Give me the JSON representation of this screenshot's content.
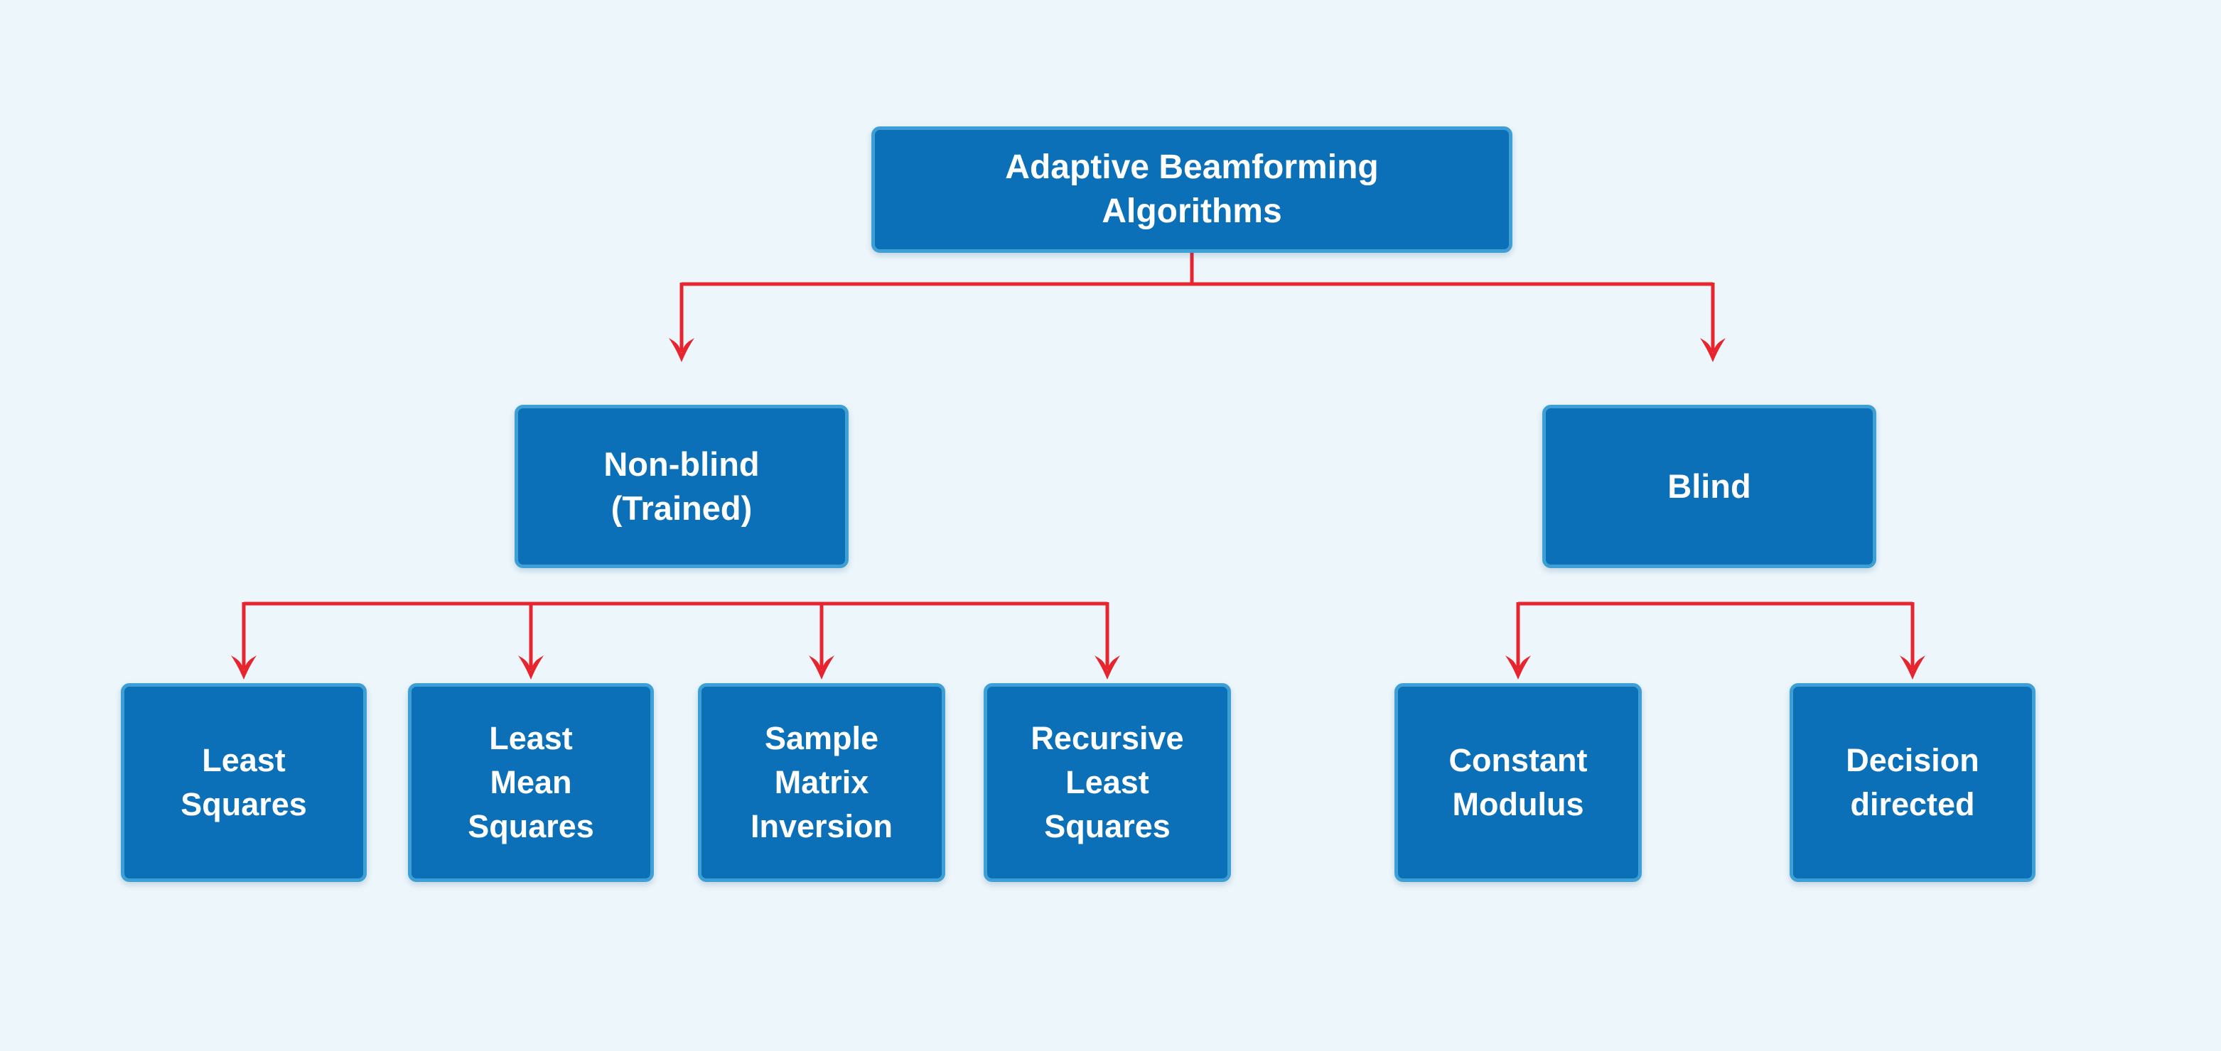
{
  "diagram": {
    "type": "flowchart",
    "title": "Adaptive Beamforming Algorithms",
    "colors": {
      "background": "#edf6fb",
      "node_fill": "#0b70b7",
      "node_border": "#3e9fd4",
      "node_text": "#ffffff",
      "arrow": "#e6252f"
    },
    "nodes": [
      {
        "id": "adaptive-beamforming-algorithms",
        "label": "Adaptive Beamforming\nAlgorithms",
        "level": 0,
        "parent": null
      },
      {
        "id": "non-blind-trained",
        "label": "Non-blind\n(Trained)",
        "level": 1,
        "parent": "adaptive-beamforming-algorithms"
      },
      {
        "id": "blind",
        "label": "Blind",
        "level": 1,
        "parent": "adaptive-beamforming-algorithms"
      },
      {
        "id": "least-squares",
        "label": "Least\nSquares",
        "level": 2,
        "parent": "non-blind-trained"
      },
      {
        "id": "least-mean-squares",
        "label": "Least\nMean\nSquares",
        "level": 2,
        "parent": "non-blind-trained"
      },
      {
        "id": "sample-matrix-inversion",
        "label": "Sample\nMatrix\nInversion",
        "level": 2,
        "parent": "non-blind-trained"
      },
      {
        "id": "recursive-least-squares",
        "label": "Recursive\nLeast\nSquares",
        "level": 2,
        "parent": "non-blind-trained"
      },
      {
        "id": "constant-modulus",
        "label": "Constant\nModulus",
        "level": 2,
        "parent": "blind"
      },
      {
        "id": "decision-directed",
        "label": "Decision\ndirected",
        "level": 2,
        "parent": "blind"
      }
    ],
    "edges": [
      {
        "from": "adaptive-beamforming-algorithms",
        "to": "non-blind-trained"
      },
      {
        "from": "adaptive-beamforming-algorithms",
        "to": "blind"
      },
      {
        "from": "non-blind-trained",
        "to": "least-squares"
      },
      {
        "from": "non-blind-trained",
        "to": "least-mean-squares"
      },
      {
        "from": "non-blind-trained",
        "to": "sample-matrix-inversion"
      },
      {
        "from": "non-blind-trained",
        "to": "recursive-least-squares"
      },
      {
        "from": "blind",
        "to": "constant-modulus"
      },
      {
        "from": "blind",
        "to": "decision-directed"
      }
    ]
  }
}
